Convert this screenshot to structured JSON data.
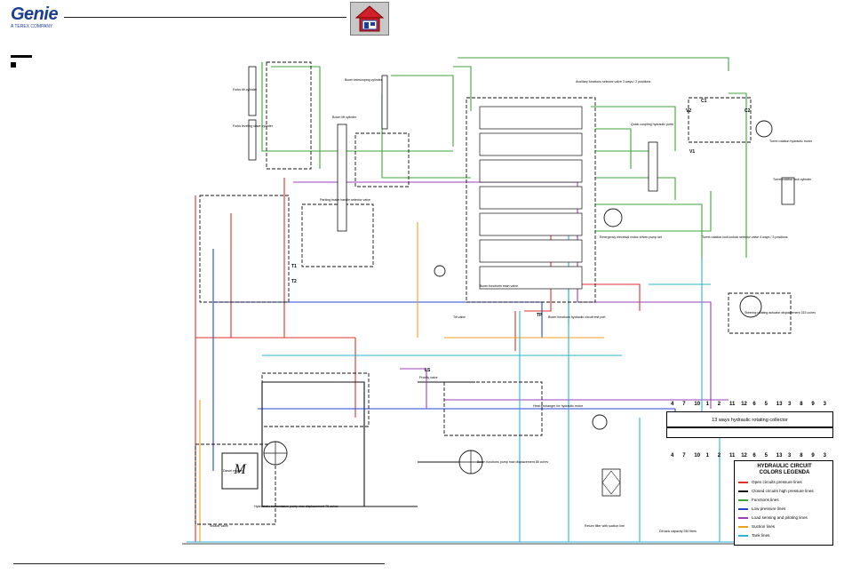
{
  "header": {
    "brand": "Genie",
    "brand_sub": "A TEREX COMPANY",
    "home_icon": "home-icon"
  },
  "legend": {
    "title_line1": "HYDRAULIC CIRCUIT",
    "title_line2": "COLORS LEGENDA",
    "items": [
      {
        "label": "Open circuits pressure lines",
        "color": "#e0302a"
      },
      {
        "label": "Closed circuits high pressure lines",
        "color": "#111111"
      },
      {
        "label": "Functions lines",
        "color": "#3fa63a"
      },
      {
        "label": "Low pressure lines",
        "color": "#2444d8"
      },
      {
        "label": "Load sensing and piloting lines",
        "color": "#9b3fb8"
      },
      {
        "label": "Suction lines",
        "color": "#f0a11e"
      },
      {
        "label": "Tank lines",
        "color": "#2ab3d6"
      }
    ]
  },
  "collector": {
    "title": "13 ways hydraulic rotating collector",
    "top_ports": [
      "4",
      "7",
      "10",
      "1",
      "2",
      "11",
      "12",
      "6",
      "5",
      "13",
      "3",
      "8",
      "9",
      "3"
    ],
    "bottom_ports": [
      "4",
      "7",
      "10",
      "1",
      "2",
      "11",
      "12",
      "6",
      "5",
      "13",
      "3",
      "8",
      "9",
      "3"
    ]
  },
  "labels": {
    "forks_tilt": "Forks tilt cylinder",
    "forks_leveling": "Forks leveling slave cylinder",
    "boom_lift": "Boom lift cylinder",
    "boom_telescoping": "Boom telescoping cylinder",
    "boom_functions_valve": "Boom functions main valve",
    "auxiliary_selector": "Auxiliary functions selector valve 3 ways / 2 positions",
    "quick_coupling": "Quick coupling hydraulic ports",
    "turret_motor": "Turret rotation hydraulic motor",
    "turret_lock": "Turret rotation lock/unlock selector valve 4 ways / 3 positions",
    "turret_lock_cyl": "Turret rotation lock cylinder",
    "parking_brake": "Parking brake handle selector valve",
    "emergency_pump": "Emergency electrical motor driven pump set",
    "steering": "Steering rotating actuator displacement 315 cc/rev",
    "tilt_valve": "Tilt valve",
    "test_port": "Boom functions hydraulic circuit test port",
    "priority_valve": "Priority valve",
    "diesel": "Diesel engine",
    "hydrostatic_pump": "Hydrostatic transmission pump max displacement 75 cc/rev",
    "boom_pump": "Boom functions pump max displacement 85 cc/rev",
    "shutoff": "Shutoff valve",
    "tank": "Oil tank capacity 250 liters",
    "heat_exchanger": "Heat exchanger for hydraulic motor",
    "return_filter": "Return filter with suction line",
    "v1": "V1",
    "v2": "V2",
    "c1": "C1",
    "c2": "C2",
    "ls": "LS",
    "tp": "TP",
    "t1": "T1",
    "t2": "T2",
    "m_engine": "M"
  }
}
